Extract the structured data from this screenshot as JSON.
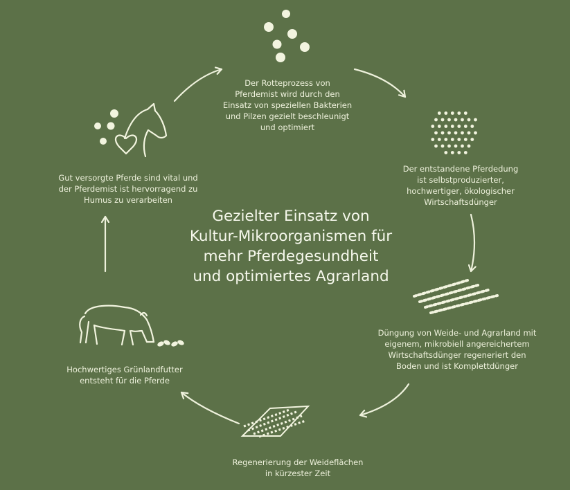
{
  "diagram": {
    "center_title": "Gezielter Einsatz von\nKultur-Mikroorganismen für\nmehr Pferdegesundheit\nund optimiertes Agrarland",
    "steps": [
      {
        "icon": "bacteria-dots-icon",
        "text": "Der Rotteprozess von\nPferdemist wird durch den\nEinsatz von speziellen Bakterien\nund Pilzen gezielt beschleunigt\nund optimiert"
      },
      {
        "icon": "dotted-circle-icon",
        "text": "Der entstandene Pferdedung\nist selbstproduzierter,\nhochwertiger, ökologischer\nWirtschaftsdünger"
      },
      {
        "icon": "field-rows-icon",
        "text": "Düngung von Weide- und Agrarland mit\neigenem, mikrobiell angereichertem\nWirtschaftsdünger regeneriert den\nBoden und ist Komplettdünger"
      },
      {
        "icon": "pasture-grid-icon",
        "text": "Regenerierung der Weideflächen\nin kürzester Zeit"
      },
      {
        "icon": "grazing-horse-icon",
        "text": "Hochwertiges Grünlandfutter\nentsteht für die Pferde"
      },
      {
        "icon": "horse-head-heart-icon",
        "text": "Gut versorgte Pferde sind vital und\nder Pferdemist ist hervorragend zu\nHumus zu verarbeiten"
      }
    ]
  },
  "colors": {
    "background": "#5c7148",
    "foreground": "#eef1dc",
    "icon": "#f2f4df"
  }
}
